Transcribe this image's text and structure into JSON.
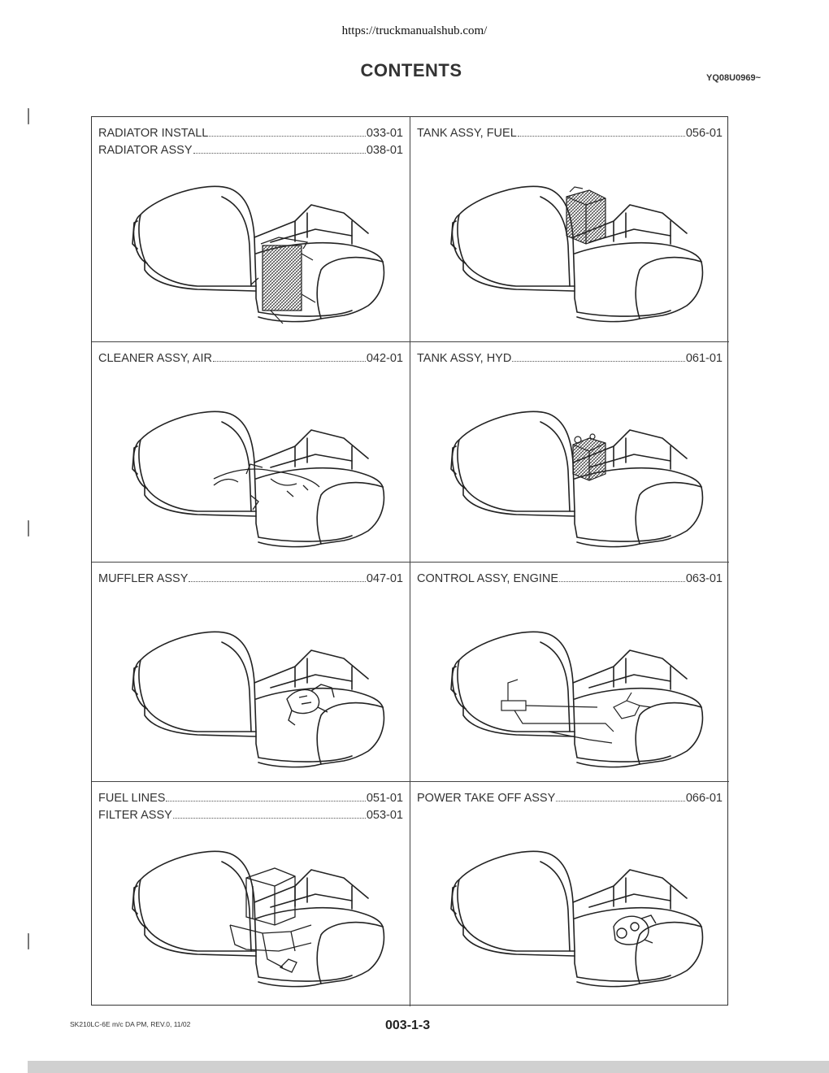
{
  "header": {
    "url": "https://truckmanualshub.com/",
    "title": "CONTENTS",
    "code": "YQ08U0969~"
  },
  "cells": [
    {
      "entries": [
        {
          "label": "RADIATOR INSTALL",
          "page": "033-01"
        },
        {
          "label": "RADIATOR ASSY",
          "page": "038-01"
        }
      ]
    },
    {
      "entries": [
        {
          "label": "TANK ASSY, FUEL",
          "page": "056-01"
        }
      ]
    },
    {
      "entries": [
        {
          "label": "CLEANER ASSY, AIR",
          "page": "042-01"
        }
      ]
    },
    {
      "entries": [
        {
          "label": "TANK ASSY, HYD",
          "page": "061-01"
        }
      ]
    },
    {
      "entries": [
        {
          "label": "MUFFLER ASSY",
          "page": "047-01"
        }
      ]
    },
    {
      "entries": [
        {
          "label": "CONTROL ASSY, ENGINE",
          "page": "063-01"
        }
      ]
    },
    {
      "entries": [
        {
          "label": "FUEL LINES",
          "page": "051-01"
        },
        {
          "label": "FILTER ASSY",
          "page": "053-01"
        }
      ]
    },
    {
      "entries": [
        {
          "label": "POWER TAKE OFF ASSY",
          "page": "066-01"
        }
      ]
    }
  ],
  "footer": {
    "doc_ref": "SK210LC-6E m/c DA PM, REV.0, 11/02",
    "page_number": "003-1-3"
  }
}
